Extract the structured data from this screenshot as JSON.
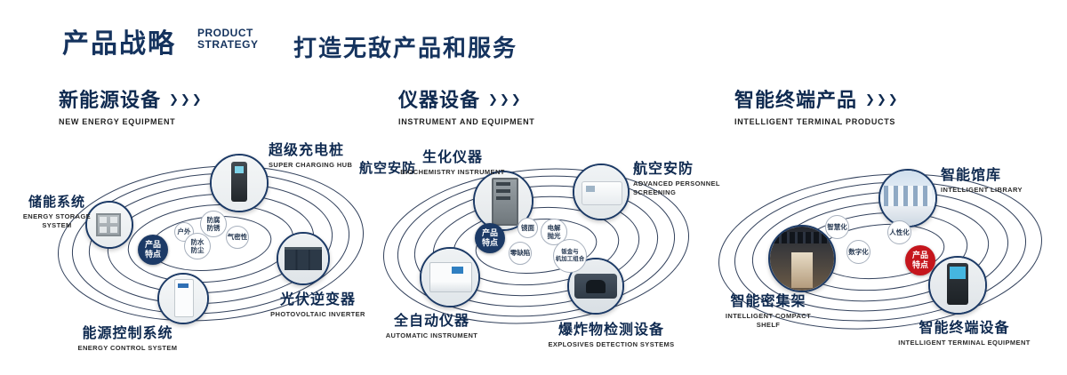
{
  "header": {
    "title": "产品战略",
    "title_en": "PRODUCT\nSTRATEGY",
    "subtitle": "打造无敌产品和服务"
  },
  "sections": [
    {
      "title": "新能源设备",
      "arrows_icon": "❯❯❯",
      "subtitle_en": "NEW ENERGY EQUIPMENT",
      "badge": "产品\n特点",
      "features": [
        {
          "label": "户外"
        },
        {
          "label": "防腐\n防锈"
        },
        {
          "label": "气密性"
        },
        {
          "label": "防水\n防尘"
        }
      ],
      "products": [
        {
          "name": "储能系统",
          "en": "ENERGY STORAGE\nSYSTEM"
        },
        {
          "name": "超级充电桩",
          "en": "SUPER CHARGING HUB"
        },
        {
          "name": "光伏逆变器",
          "en": "PHOTOVOLTAIC INVERTER"
        },
        {
          "name": "能源控制系统",
          "en": "ENERGY CONTROL SYSTEM"
        }
      ]
    },
    {
      "title": "仪器设备",
      "arrows_icon": "❯❯❯",
      "subtitle_en": "INSTRUMENT AND EQUIPMENT",
      "badge": "产品\n特点",
      "extra_label": "航空安防",
      "features": [
        {
          "label": "镜面"
        },
        {
          "label": "电解\n抛光"
        },
        {
          "label": "零缺陷"
        },
        {
          "label": "钣金与\n机加工组合"
        }
      ],
      "products": [
        {
          "name": "生化仪器",
          "en": "BIOCHEMISTRY INSTRUMENT"
        },
        {
          "name": "航空安防",
          "en": "ADVANCED PERSONNEL\nSCREENING"
        },
        {
          "name": "全自动仪器",
          "en": "AUTOMATIC INSTRUMENT"
        },
        {
          "name": "爆炸物检测设备",
          "en": "EXPLOSIVES DETECTION SYSTEMS"
        }
      ]
    },
    {
      "title": "智能终端产品",
      "arrows_icon": "❯❯❯",
      "subtitle_en": "INTELLIGENT TERMINAL PRODUCTS",
      "badge": "产品\n特点",
      "features": [
        {
          "label": "智慧化"
        },
        {
          "label": "人性化"
        },
        {
          "label": "数字化"
        }
      ],
      "products": [
        {
          "name": "智能馆库",
          "en": "INTELLIGENT LIBRARY"
        },
        {
          "name": "智能密集架",
          "en": "INTELLIGENT COMPACT\nSHELF"
        },
        {
          "name": "智能终端设备",
          "en": "INTELLIGENT TERMINAL EQUIPMENT"
        }
      ]
    }
  ],
  "colors": {
    "navy": "#15335e",
    "red": "#c5161d"
  }
}
